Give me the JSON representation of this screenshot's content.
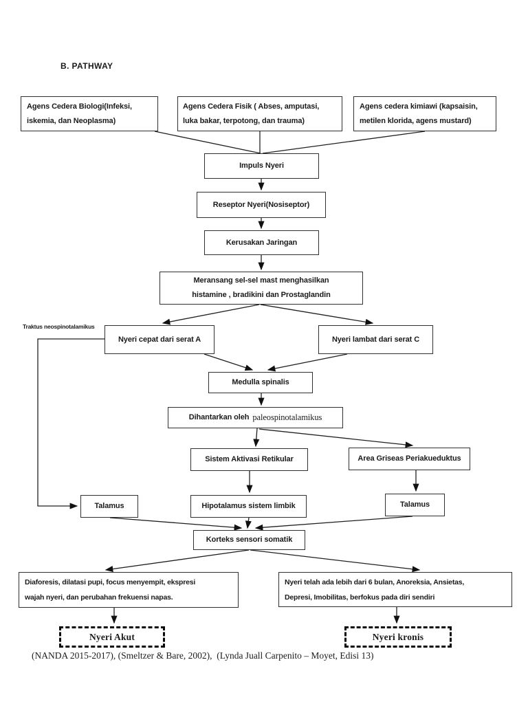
{
  "page": {
    "title": "B. PATHWAY",
    "citation": "(NANDA 2015-2017), (Smeltzer & Bare, 2002),  (Lynda Juall Carpenito – Moyet, Edisi 13)"
  },
  "nodes": {
    "agens_biologi": "Agens Cedera Biologi(Infeksi,\niskemia, dan Neoplasma)",
    "agens_fisik": "Agens Cedera Fisik ( Abses, amputasi,\nluka bakar, terpotong, dan trauma)",
    "agens_kimiawi": "Agens cedera kimiawi (kapsaisin,\nmetilen klorida, agens mustard)",
    "impuls": "Impuls Nyeri",
    "reseptor": "Reseptor Nyeri(Nosiseptor)",
    "kerusakan": "Kerusakan Jaringan",
    "meransang": "Meransang sel-sel mast menghasilkan\nhistamine , bradikini dan Prostaglandin",
    "serat_a": "Nyeri cepat dari serat A",
    "serat_c": "Nyeri lambat dari serat C",
    "traktus_label": "Traktus neospinotalamikus",
    "medulla": "Medulla spinalis",
    "dihantarkan_prefix": "Dihantarkan oleh",
    "dihantarkan_term": "paleospinotalamikus",
    "sistem_aktivasi": "Sistem Aktivasi Retikular",
    "area_griseas": "Area Griseas Periakueduktus",
    "talamus_left": "Talamus",
    "hipotalamus": "Hipotalamus sistem limbik",
    "talamus_right": "Talamus",
    "korteks": "Korteks sensori somatik",
    "gejala_akut": "Diaforesis, dilatasi pupi, focus menyempit, ekspresi\nwajah nyeri, dan perubahan frekuensi napas.",
    "gejala_kronis": "Nyeri telah ada lebih dari 6 bulan, Anoreksia, Ansietas,\nDepresi, Imobilitas, berfokus pada diri sendiri",
    "nyeri_akut": "Nyeri Akut",
    "nyeri_kronis": "Nyeri kronis"
  },
  "colors": {
    "ink": "#1a1a1a",
    "border": "#2f2f2f",
    "background": "#ffffff"
  }
}
